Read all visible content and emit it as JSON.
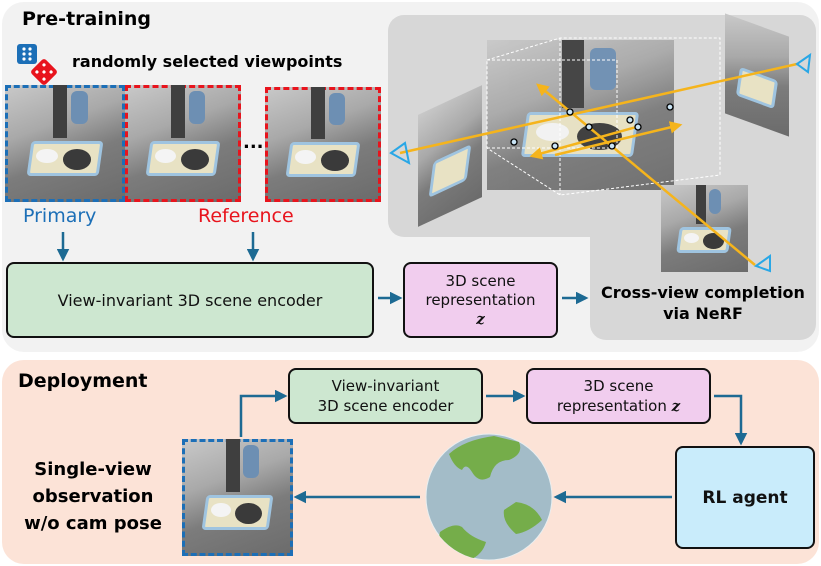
{
  "pretraining": {
    "title": "Pre-training",
    "viewpoints_caption": "randomly selected viewpoints",
    "ellipsis": "...",
    "primary_label": "Primary",
    "reference_label": "Reference",
    "encoder_label": "View-invariant 3D scene encoder",
    "representation_label_line1": "3D scene",
    "representation_label_line2": "representation",
    "representation_symbol": "z",
    "nerf_caption_line1": "Cross-view completion",
    "nerf_caption_line2": "via NeRF"
  },
  "deployment": {
    "title": "Deployment",
    "encoder_label_line1": "View-invariant",
    "encoder_label_line2": "3D scene encoder",
    "representation_label_line1": "3D scene",
    "representation_label_line2": "representation",
    "representation_symbol": "z",
    "agent_label": "RL agent",
    "observation_line1": "Single-view",
    "observation_line2": "observation",
    "observation_line3": "w/o cam pose"
  },
  "icons": {
    "dice_primary": "dice-icon-blue",
    "dice_reference": "dice-icon-red",
    "camera": "camera-frustum-icon",
    "globe": "globe-icon"
  },
  "colors": {
    "primary_blue": "#1c6fb7",
    "reference_red": "#e8141d",
    "arrow": "#1d6a93",
    "ray": "#f5b41c",
    "encoder_green": "#cde7d0",
    "representation_pink": "#f1cdee",
    "agent_blue": "#c9ecfb",
    "deploy_bg": "#fce3d7"
  }
}
